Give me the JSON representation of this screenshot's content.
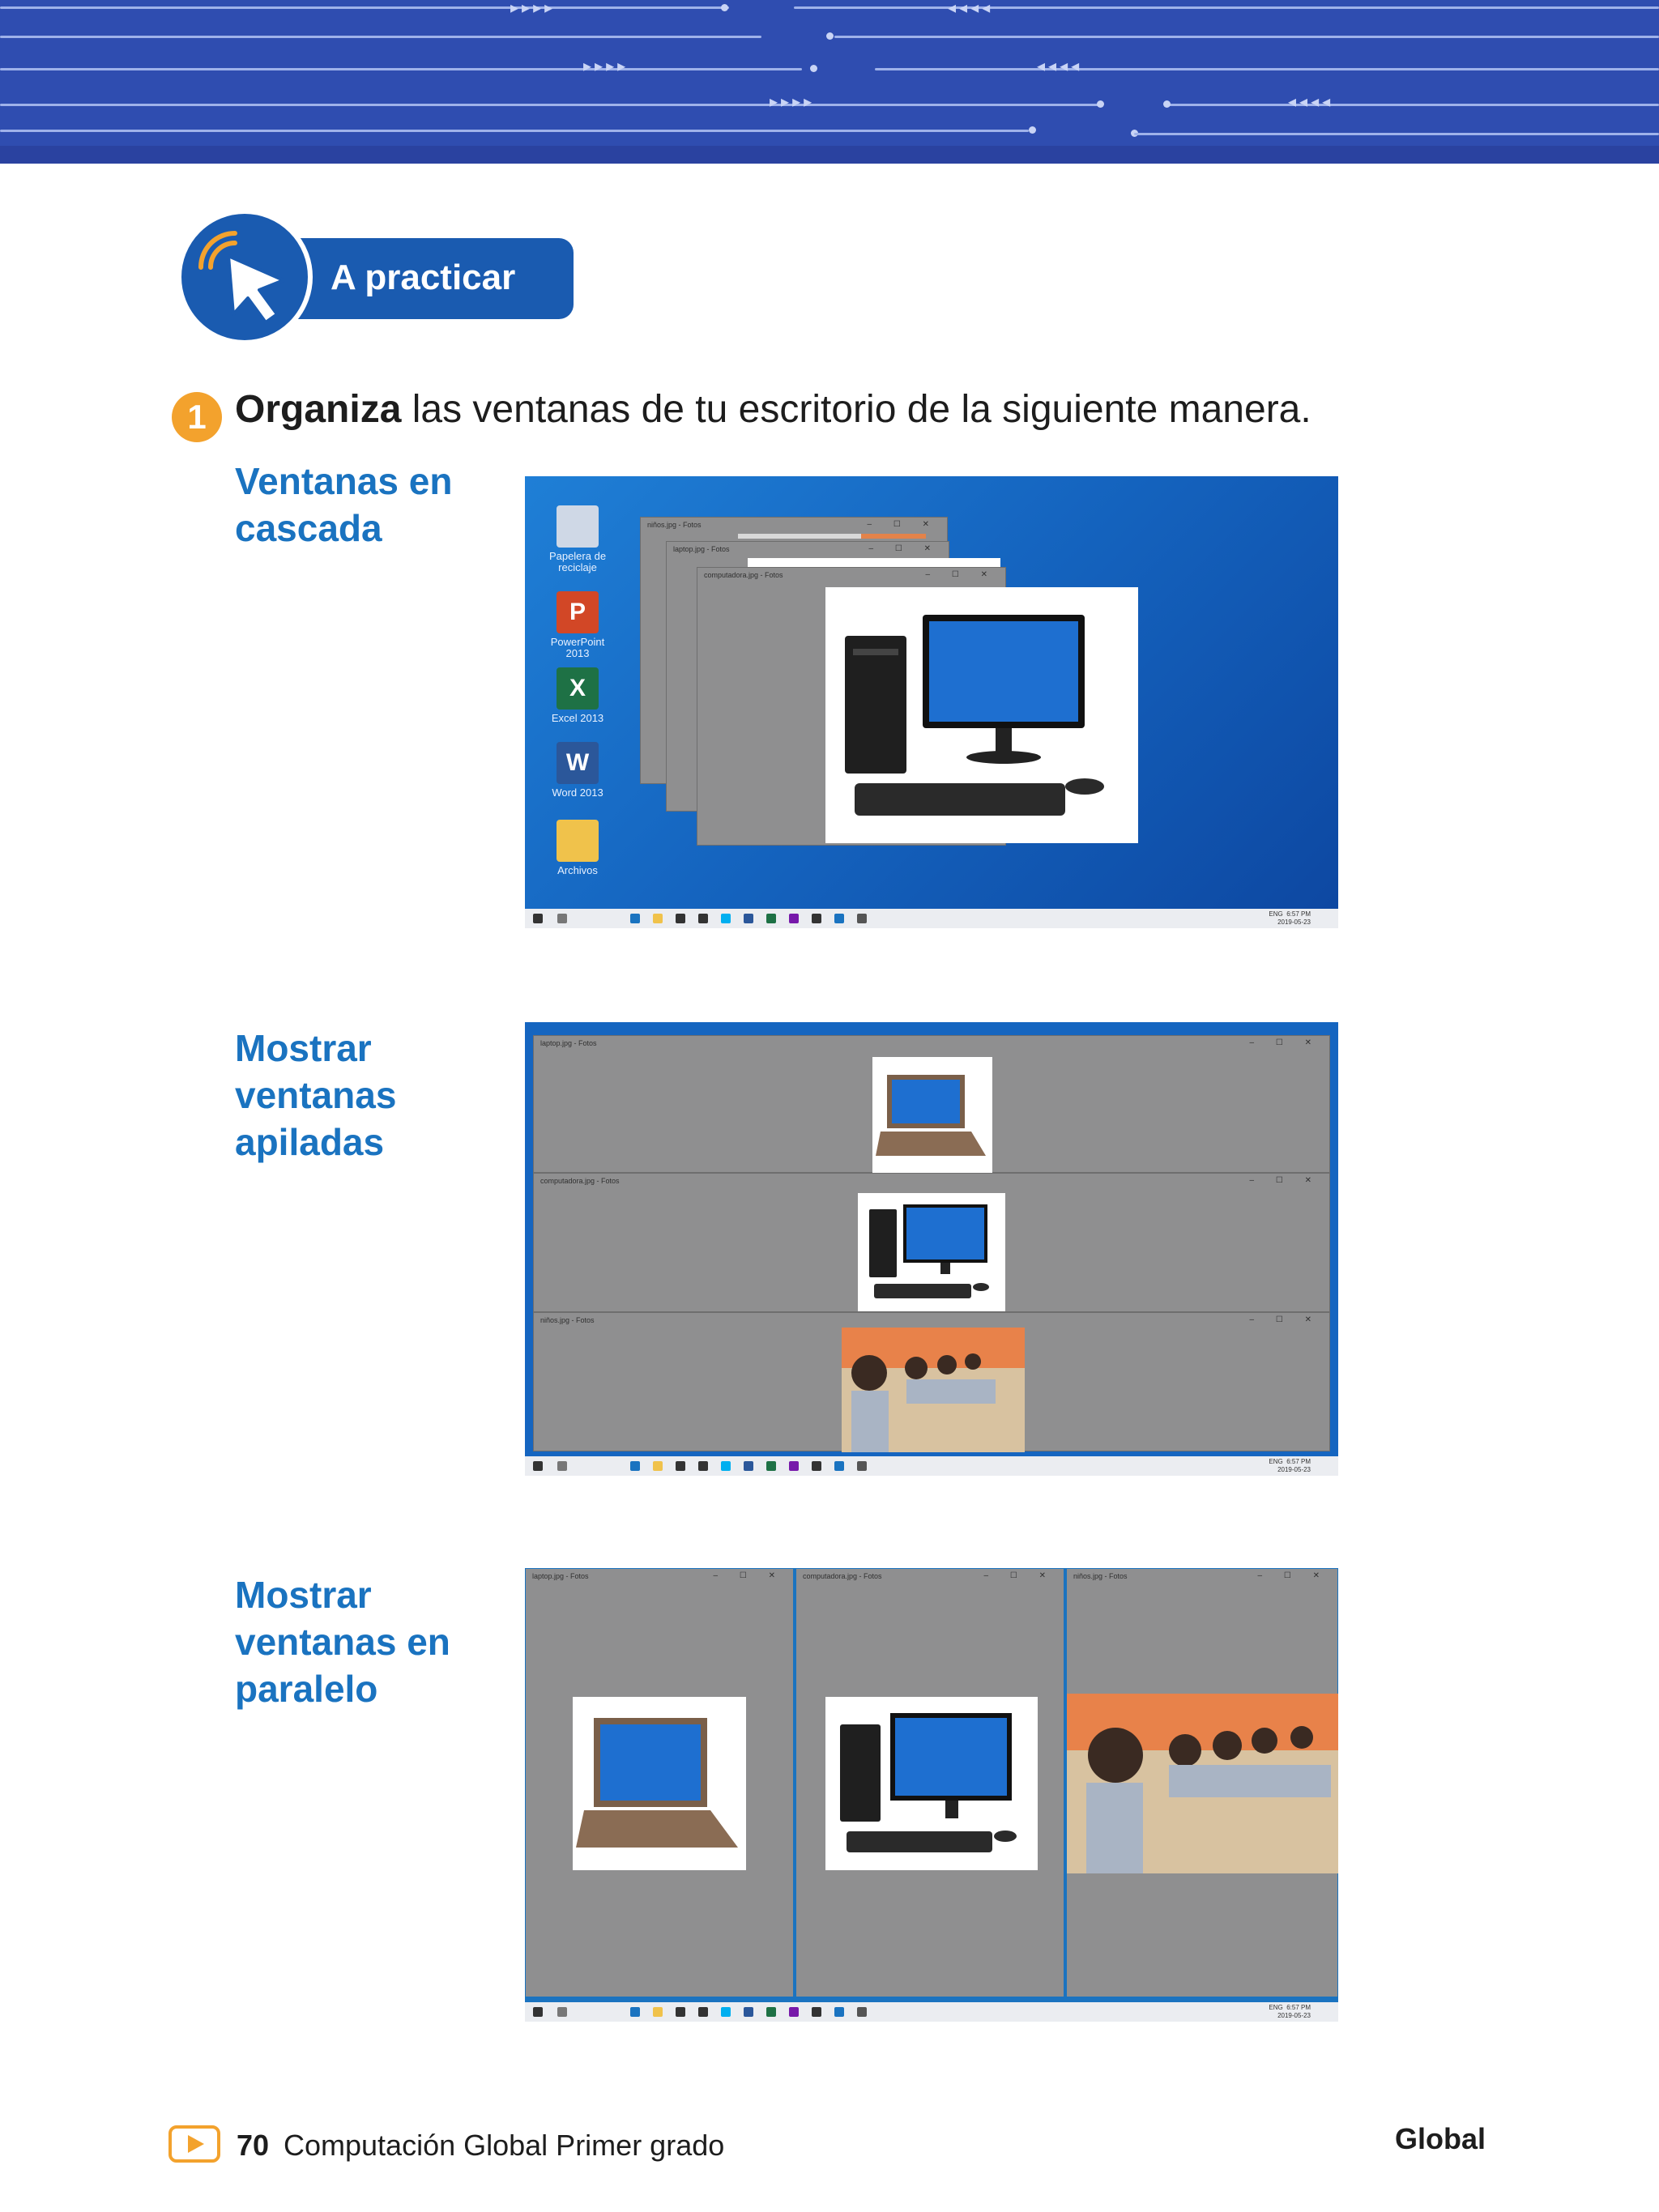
{
  "badge": {
    "label": "A practicar"
  },
  "exercise": {
    "number": "1",
    "verb": "Organiza",
    "rest": "las ventanas de tu escritorio de la siguiente manera."
  },
  "sections": [
    {
      "title": "Ventanas en cascada"
    },
    {
      "title": "Mostrar ventanas apiladas"
    },
    {
      "title": "Mostrar ventanas en paralelo"
    }
  ],
  "desktop_icons": [
    {
      "label": "Papelera de reciclaje",
      "icon": "recycle-bin-icon",
      "color": "#cfd8e6"
    },
    {
      "label": "PowerPoint 2013",
      "icon": "powerpoint-icon",
      "color": "#d24726"
    },
    {
      "label": "Excel 2013",
      "icon": "excel-icon",
      "color": "#1e7145"
    },
    {
      "label": "Word 2013",
      "icon": "word-icon",
      "color": "#2b579a"
    },
    {
      "label": "Archivos",
      "icon": "folder-icon",
      "color": "#f0c24b"
    }
  ],
  "window_titles": {
    "ninos": "niños.jpg - Fotos",
    "laptop": "laptop.jpg - Fotos",
    "computadora": "computadora.jpg - Fotos"
  },
  "window_controls": "–  ☐  ✕",
  "taskbar": {
    "time": "6:57 PM",
    "date": "2019-05-23",
    "lang": "ENG"
  },
  "footer": {
    "page": "70",
    "book": "Computación Global Primer grado",
    "brand": "Global"
  },
  "colors": {
    "header": "#2f4db0",
    "accent_orange": "#f3a22d",
    "title_blue": "#1a73c0",
    "badge_blue": "#1a5bb0",
    "desktop_blue": "#1565c0",
    "window_gray": "#8f8f90"
  }
}
